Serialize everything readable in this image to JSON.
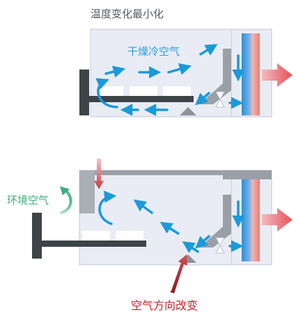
{
  "top_diagram": {
    "title": "温度变化最小化",
    "airflow_label": "干燥冷空气",
    "colors": {
      "airflow": "#1a9ad8",
      "label": "#2aa0e0"
    }
  },
  "bottom_diagram": {
    "ambient_label": "环境空气",
    "direction_label": "空气方向改变",
    "colors": {
      "ambient": "#3aaf7a",
      "direction": "#c0262a"
    }
  },
  "colors": {
    "enclosure": "#e9ecf4",
    "enclosure_border": "#c4cad8",
    "dark_frame": "#3d4448",
    "duct_gray": "#9aa0a6",
    "cold": "#2a8fd6",
    "hot": "#f07a70",
    "exhaust_arrow": "#e8505a",
    "flow_arrow": "#1a9ad8"
  }
}
